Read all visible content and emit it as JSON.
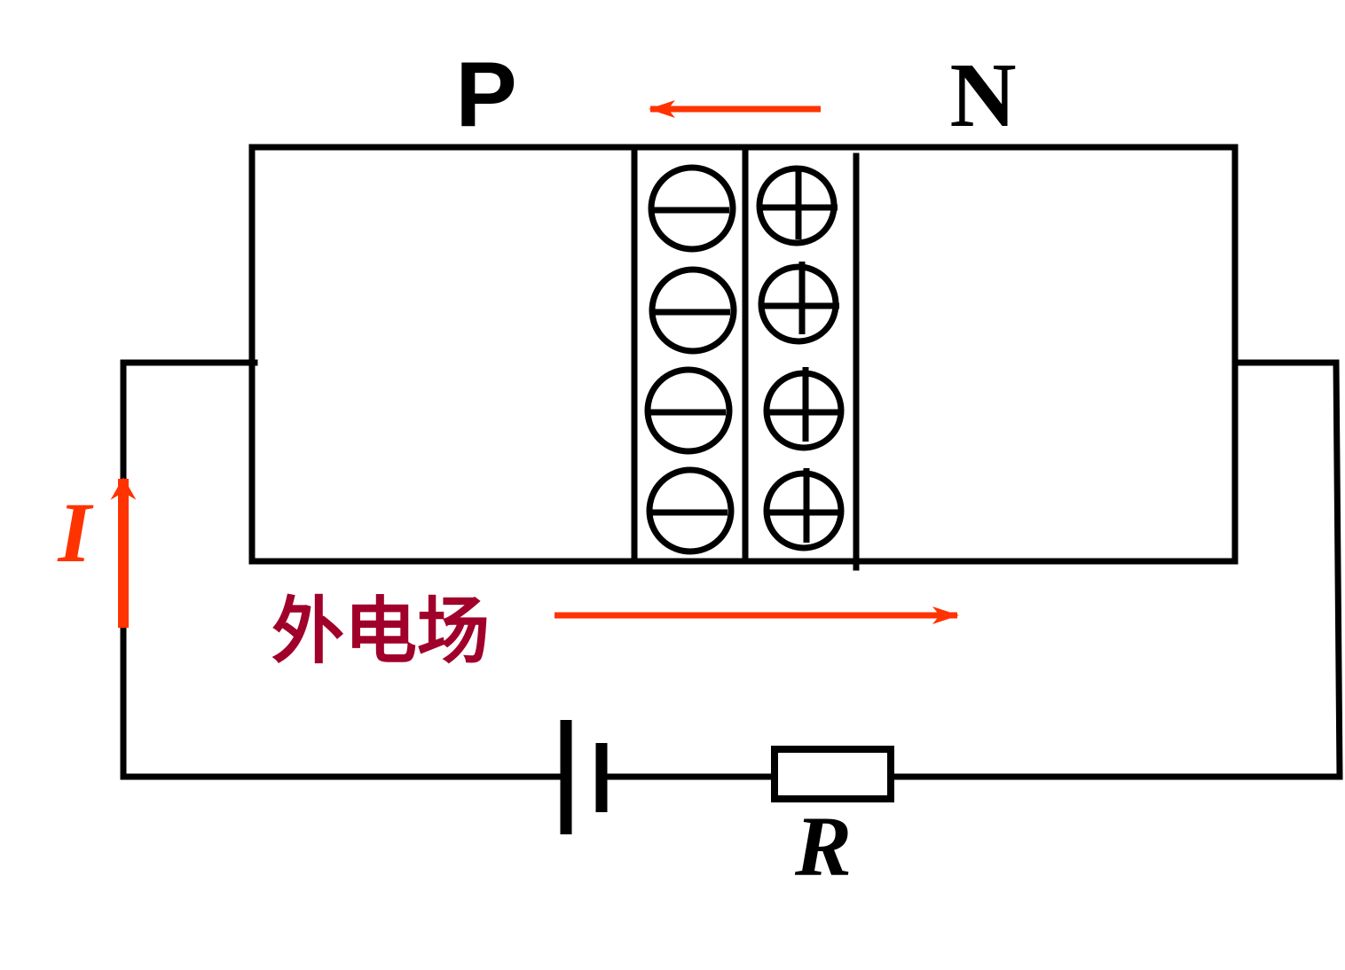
{
  "labels": {
    "p_region": "P",
    "n_region": "N",
    "external_field": "外电场",
    "current": "I",
    "resistor": "R"
  },
  "colors": {
    "arrow": "#ff3300",
    "field_text": "#a0002a",
    "line": "#000000"
  },
  "depletion": {
    "negative_ions": 4,
    "positive_ions": 4
  }
}
